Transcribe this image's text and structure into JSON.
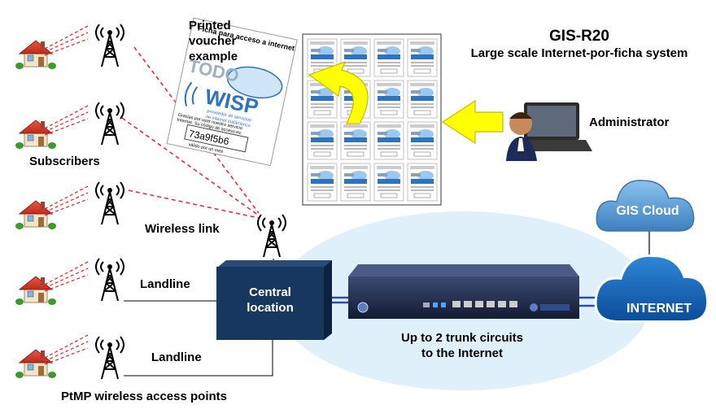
{
  "title": "GIS-R20",
  "subtitle": "Large scale Internet-por-ficha system",
  "voucher_label_line1": "Printed",
  "voucher_label_line2": "voucher",
  "voucher_label_line3": "example",
  "voucher": {
    "header": "Ficha para acceso a internet",
    "logo_top": "TODO",
    "logo_bottom": "WISP",
    "provider_line1": "proveedor de servicios",
    "provider_line2": "de internet inalámbrico",
    "thanks_line1": "Gracias por usar nuestro servicio",
    "thanks_line2": "Internet. Su código de acceso es:",
    "code": "73a9f5b6",
    "validity": "válido por un mes"
  },
  "administrator_label": "Administrator",
  "subscribers_label": "Subscribers",
  "wireless_link_label": "Wireless link",
  "landline_label_1": "Landline",
  "landline_label_2": "Landline",
  "central_line1": "Central",
  "central_line2": "location",
  "trunk_line1": "Up to 2 trunk circuits",
  "trunk_line2": "to the Internet",
  "ptmp_label": "PtMP wireless access points",
  "gis_cloud_label": "GIS Cloud",
  "internet_label": "INTERNET",
  "colors": {
    "dark_blue": "#17375e",
    "light_blue_ellipse": "#dff0fb",
    "arrow_yellow": "#ffff00",
    "house_red": "#d63b2c",
    "dashed_red": "#e03030",
    "cloud_blue": "#4f91cc"
  }
}
